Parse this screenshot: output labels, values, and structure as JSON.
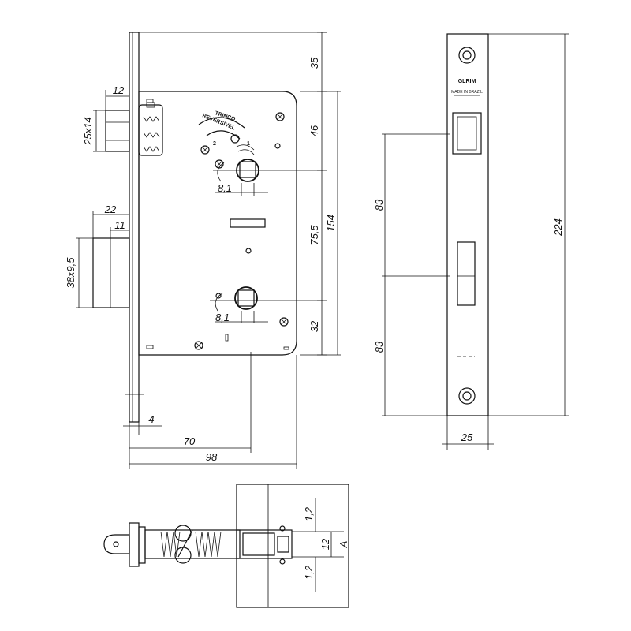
{
  "side_view": {
    "dims": {
      "top_gap": "35",
      "latch_height": "46",
      "spindle_to_key": "75,5",
      "case_height": "154",
      "bottom_gap": "32",
      "latch_size": "25x14",
      "latch_depth": "12",
      "bolt_size": "38x9,5",
      "bolt_throw": "22",
      "bolt_depth": "11",
      "spindle_diameter_top": "8,1",
      "spindle_diameter_bottom": "8,1",
      "faceplate_thickness": "4",
      "backset": "70",
      "case_depth": "98"
    },
    "labels": {
      "trinco": "TRINCO",
      "reversivel": "REVERSÍVEL",
      "option_1": "1",
      "option_2": "2"
    }
  },
  "front_view": {
    "dims": {
      "upper_distance": "83",
      "lower_distance": "83",
      "faceplate_length": "224",
      "faceplate_width": "25"
    },
    "labels": {
      "brand": "GLRIM",
      "made_in": "MADE IN BRAZIL"
    }
  },
  "top_view": {
    "dims": {
      "gap_top": "1,2",
      "bolt_width": "12",
      "gap_bottom": "1,2",
      "dim_a": "A"
    }
  }
}
